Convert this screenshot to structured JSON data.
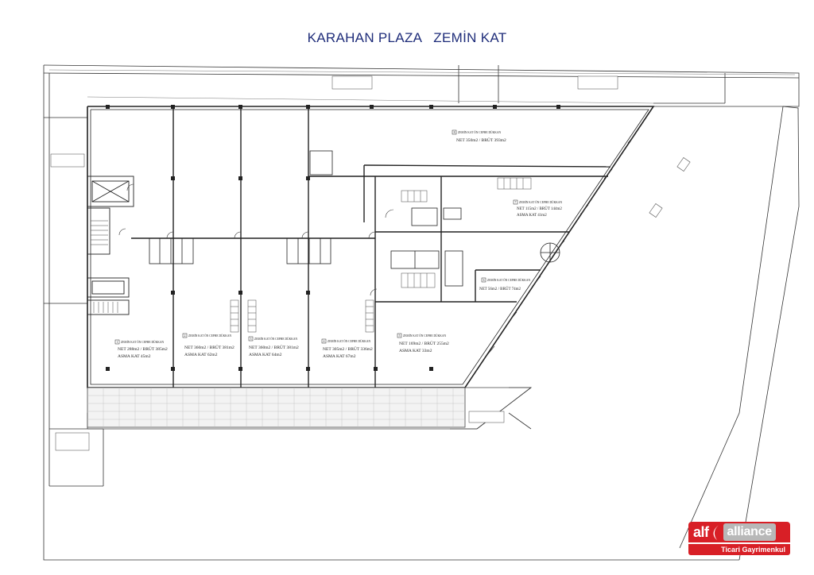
{
  "title": {
    "part1": "KARAHAN PLAZA",
    "part2": "ZEMİN KAT"
  },
  "units": [
    {
      "no": "1",
      "name": "ZEMİN KAT ÖN CEPHE DÜKKAN",
      "area": "NET 288m2 / BRÜT 385m2",
      "mezz": "ASMA KAT 45m2"
    },
    {
      "no": "2",
      "name": "ZEMİN KAT ÖN CEPHE DÜKKAN",
      "area": "NET 360m2 / BRÜT 381m2",
      "mezz": "ASMA KAT 62m2"
    },
    {
      "no": "3",
      "name": "ZEMİN KAT ÖN CEPHE DÜKKAN",
      "area": "NET 360m2 / BRÜT 381m2",
      "mezz": "ASMA KAT 64m2"
    },
    {
      "no": "4",
      "name": "ZEMİN KAT ÖN CEPHE DÜKKAN",
      "area": "NET 305m2 / BRÜT 336m2",
      "mezz": "ASMA KAT 67m2"
    },
    {
      "no": "5",
      "name": "ZEMİN KAT ÖN CEPHE DÜKKAN",
      "area": "NET 169m2 / BRÜT 255m2",
      "mezz": "ASMA KAT 33m2"
    },
    {
      "no": "6",
      "name": "ZEMİN KAT ÖN CEPHE DÜKKAN",
      "area": "NET 56m2 / BRÜT 74m2",
      "mezz": ""
    },
    {
      "no": "7",
      "name": "ZEMİN KAT ÖN CEPHE DÜKKAN",
      "area": "NET 115m2 / BRÜT 144m2",
      "mezz": "ASMA KAT 41m2"
    },
    {
      "no": "8",
      "name": "ZEMİN KAT ÖN CEPHE DÜKKAN",
      "area": "NET 350m2 / BRÜT 393m2",
      "mezz": ""
    }
  ],
  "logo": {
    "left": "alf",
    "right": "alliance",
    "subtitle": "Ticari Gayrimenkul"
  },
  "colors": {
    "title": "#1f2d7a",
    "brand_red": "#d81f26",
    "brand_grey": "#b8b8b8",
    "line": "#222222"
  }
}
